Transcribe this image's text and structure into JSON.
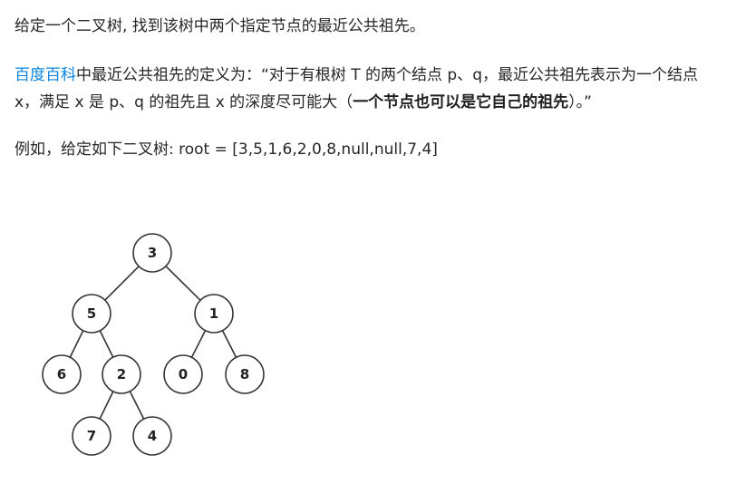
{
  "intro": {
    "text": "给定一个二叉树, 找到该树中两个指定节点的最近公共祖先。"
  },
  "definition": {
    "link_text": "百度百科",
    "text_before_bold": "中最近公共祖先的定义为：“对于有根树 T 的两个结点 p、q，最近公共祖先表示为一个结点 x，满足 x 是 p、q 的祖先且 x 的深度尽可能大（",
    "bold_text": "一个节点也可以是它自己的祖先",
    "text_after_bold": "）。”"
  },
  "example": {
    "text": "例如，给定如下二叉树:  root = [3,5,1,6,2,0,8,null,null,7,4]"
  },
  "tree": {
    "nodes": [
      {
        "id": "n3",
        "label": "3"
      },
      {
        "id": "n5",
        "label": "5"
      },
      {
        "id": "n1",
        "label": "1"
      },
      {
        "id": "n6",
        "label": "6"
      },
      {
        "id": "n2",
        "label": "2"
      },
      {
        "id": "n0",
        "label": "0"
      },
      {
        "id": "n8",
        "label": "8"
      },
      {
        "id": "n7",
        "label": "7"
      },
      {
        "id": "n4",
        "label": "4"
      }
    ],
    "edges": [
      [
        "n3",
        "n5"
      ],
      [
        "n3",
        "n1"
      ],
      [
        "n5",
        "n6"
      ],
      [
        "n5",
        "n2"
      ],
      [
        "n1",
        "n0"
      ],
      [
        "n1",
        "n8"
      ],
      [
        "n2",
        "n7"
      ],
      [
        "n2",
        "n4"
      ]
    ]
  }
}
